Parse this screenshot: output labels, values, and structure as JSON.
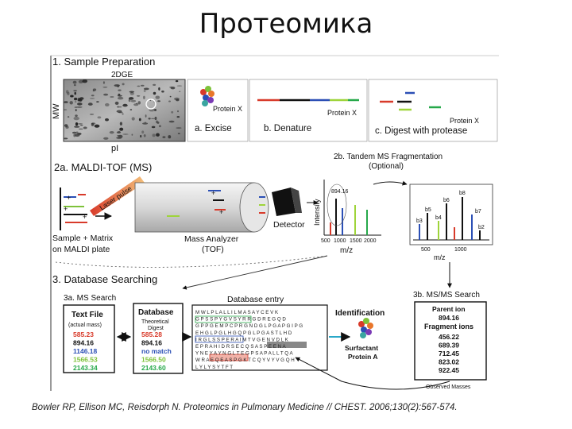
{
  "title": "Протеомика",
  "citation": "Bowler RP, Ellison MC, Reisdorph N. Proteomics in Pulmonary Medicine // CHEST. 2006;130(2):567-574.",
  "section1": {
    "heading": "1. Sample Preparation",
    "gel_label": "2DGE",
    "mw_label": "MW",
    "pi_label": "pI",
    "protein_label": "Protein X",
    "excise_label": "a. Excise",
    "denature_label": "b. Denature",
    "digest_label": "c. Digest with protease"
  },
  "section2a": {
    "heading": "2a. MALDI-TOF (MS)",
    "laser_label": "Laser pulse",
    "sample_label_1": "Sample + Matrix",
    "sample_label_2": "on MALDI plate",
    "analyzer_label_1": "Mass Analyzer",
    "analyzer_label_2": "(TOF)",
    "detector_label": "Detector"
  },
  "section2b": {
    "heading": "2b. Tandem MS Fragmentation",
    "optional_label": "(Optional)",
    "intensity_label": "Intensity",
    "peak_label": "894.16",
    "x_ticks": [
      "500",
      "1000",
      "1500",
      "2000"
    ],
    "x_label": "m/z",
    "ms2_ticks": [
      "500",
      "1000"
    ],
    "ms2_xlabel": "m/z",
    "ion_labels": [
      "b8",
      "b6",
      "b7",
      "b3",
      "b5",
      "b4",
      "b2"
    ]
  },
  "section3": {
    "heading": "3. Database Searching",
    "sub_a": "3a. MS Search",
    "sub_b": "3b. MS/MS Search",
    "text_file": {
      "title": "Text File",
      "sub": "(actual mass)",
      "values": [
        "585.23",
        "894.16",
        "1146.18",
        "1566.53",
        "2143.34"
      ],
      "colors": [
        "#d83a2a",
        "#111111",
        "#2b4fb5",
        "#7ec23a",
        "#26a84a"
      ]
    },
    "database": {
      "title": "Database",
      "sub1": "Theoretical",
      "sub2": "Digest",
      "values": [
        "585.28",
        "894.16",
        "no match",
        "1566.50",
        "2143.60"
      ],
      "colors": [
        "#d83a2a",
        "#111111",
        "#2b4fb5",
        "#7ec23a",
        "#26a84a"
      ]
    },
    "db_entry": {
      "title": "Database entry",
      "rows": [
        "M W L P L A L L I L M A S A Y C E V K",
        "G P S S P Y G V S Y R R G D R E G Q D",
        "G P P G E M P C P R G N D G L P G A P G I P G",
        "E H G L P G L H G Q P G L P G A S T L H D",
        "I R G L S S P E R A I M T V G E N V D L K",
        "E P R A H I D R S E C Q S A S P E E N A",
        "Y N E Y A Y N G L T E G P S A P A L L T Q A",
        "W R A E Q E A S P G K T C Q Y V Y V G Q H",
        "L Y L Y S Y T F T"
      ]
    },
    "identification": {
      "title": "Identification",
      "name1": "Surfactant",
      "name2": "Protein A"
    },
    "parent": {
      "title": "Parent ion",
      "value": "894.16",
      "frag_title": "Fragment ions",
      "fragments": [
        "456.22",
        "689.39",
        "712.45",
        "823.02",
        "922.45"
      ],
      "footer": "Observed Masses"
    }
  },
  "colors": {
    "red": "#d83a2a",
    "blue": "#2b4fb5",
    "green": "#26a84a",
    "lime": "#9ed43a",
    "black": "#111111",
    "orange": "#e8762a",
    "teal": "#3aa5a0",
    "purple": "#7a3ab5"
  }
}
